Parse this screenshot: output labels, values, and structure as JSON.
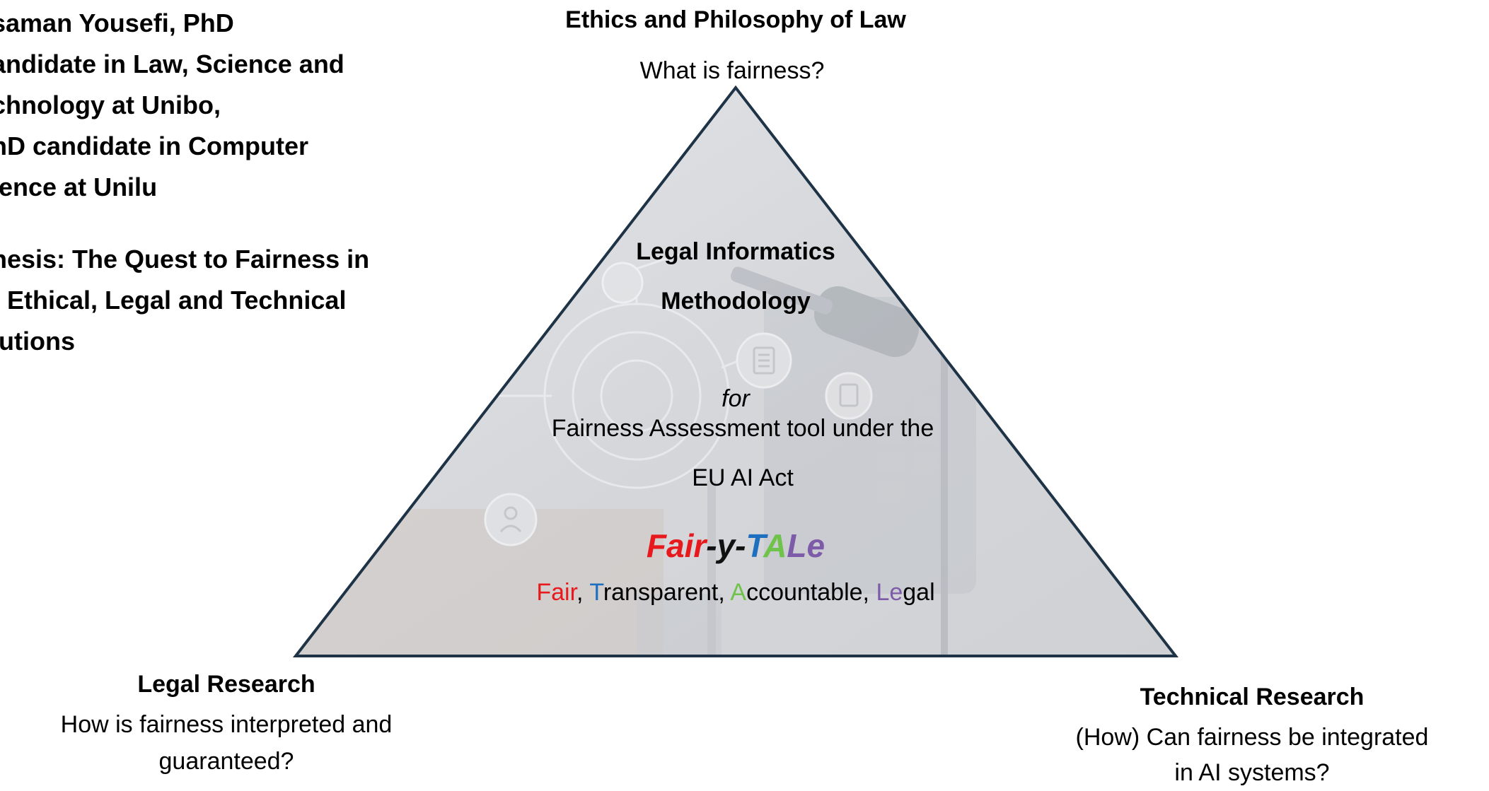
{
  "author": {
    "lines": [
      "saman Yousefi, PhD",
      "andidate in Law, Science and",
      "chnology at Unibo,",
      "hD candidate in Computer",
      "ience at Unilu"
    ],
    "thesis_lines": [
      "hesis: The Quest to Fairness in",
      ": Ethical, Legal and Technical",
      "lutions"
    ]
  },
  "top": {
    "title": "Ethics and Philosophy of Law",
    "question": "What is fairness?"
  },
  "center": {
    "method_line1": "Legal Informatics",
    "method_line2": "Methodology",
    "for": "for",
    "tool_line1": "Fairness Assessment tool under the",
    "tool_line2": "EU AI Act",
    "acronym": {
      "p1": "Fair",
      "p2": "-y-",
      "p3": "T",
      "p4": "A",
      "p5": "Le"
    },
    "expansion": {
      "f1": "Fair",
      "c1": ", ",
      "t1": "T",
      "t2": "ransparent, ",
      "a1": "A",
      "a2": "ccountable, ",
      "l1": "Le",
      "l2": "gal"
    }
  },
  "left": {
    "title": "Legal Research",
    "question_line1": "How is fairness interpreted and",
    "question_line2": "guaranteed?"
  },
  "right": {
    "title": "Technical Research",
    "question_line1": "(How) Can fairness be integrated",
    "question_line2": "in AI systems?"
  },
  "colors": {
    "triangle_fill": "#d9dadd",
    "triangle_stroke": "#1f3347",
    "fair": "#e8191c",
    "transparent": "#1f6fbf",
    "accountable": "#6fc24a",
    "legal": "#7d5ba8"
  }
}
